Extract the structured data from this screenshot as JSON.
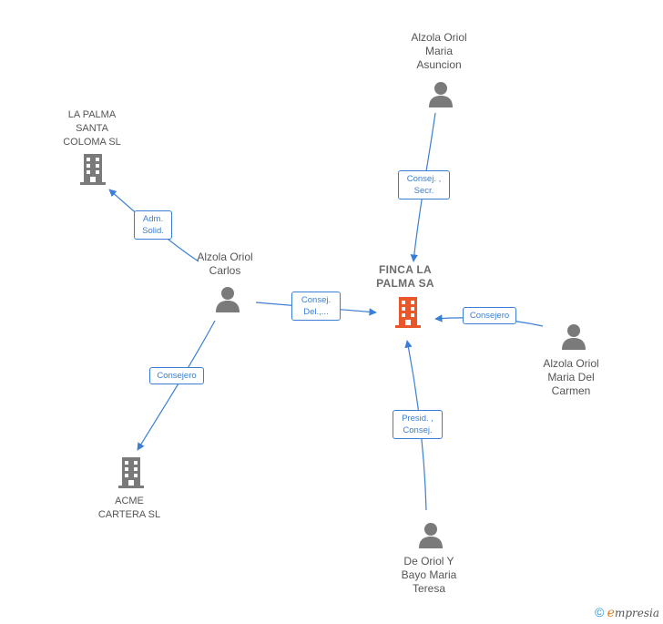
{
  "nodes": {
    "center": {
      "label": "FINCA LA\nPALMA SA",
      "type": "company-main"
    },
    "asuncion": {
      "label": "Alzola Oriol\nMaria\nAsuncion",
      "type": "person"
    },
    "lapalma": {
      "label": "LA PALMA\nSANTA\nCOLOMA  SL",
      "type": "company"
    },
    "carlos": {
      "label": "Alzola Oriol\nCarlos",
      "type": "person"
    },
    "carmen": {
      "label": "Alzola Oriol\nMaria Del\nCarmen",
      "type": "person"
    },
    "acme": {
      "label": "ACME\nCARTERA SL",
      "type": "company"
    },
    "teresa": {
      "label": "De Oriol Y\nBayo Maria\nTeresa",
      "type": "person"
    }
  },
  "edges": {
    "asuncion_center": "Consej. ,\nSecr.",
    "carlos_lapalma": "Adm.\nSolid.",
    "carlos_center": "Consej.\nDel.,...",
    "carmen_center": "Consejero",
    "carlos_acme": "Consejero",
    "teresa_center": "Presid. ,\nConsej."
  },
  "colors": {
    "edge": "#3a7fd5",
    "main_company": "#e8562a",
    "icon": "#7a7a7a"
  },
  "watermark": {
    "symbol": "©",
    "brand_initial": "e",
    "brand_rest": "mpresia"
  }
}
